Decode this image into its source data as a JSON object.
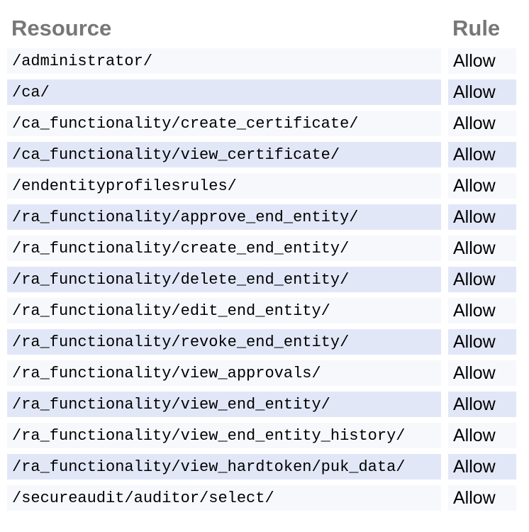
{
  "table": {
    "header": {
      "resource_label": "Resource",
      "rule_label": "Rule"
    },
    "rows": [
      {
        "resource": "/administrator/",
        "rule": "Allow"
      },
      {
        "resource": "/ca/",
        "rule": "Allow"
      },
      {
        "resource": "/ca_functionality/create_certificate/",
        "rule": "Allow"
      },
      {
        "resource": "/ca_functionality/view_certificate/",
        "rule": "Allow"
      },
      {
        "resource": "/endentityprofilesrules/",
        "rule": "Allow"
      },
      {
        "resource": "/ra_functionality/approve_end_entity/",
        "rule": "Allow"
      },
      {
        "resource": "/ra_functionality/create_end_entity/",
        "rule": "Allow"
      },
      {
        "resource": "/ra_functionality/delete_end_entity/",
        "rule": "Allow"
      },
      {
        "resource": "/ra_functionality/edit_end_entity/",
        "rule": "Allow"
      },
      {
        "resource": "/ra_functionality/revoke_end_entity/",
        "rule": "Allow"
      },
      {
        "resource": "/ra_functionality/view_approvals/",
        "rule": "Allow"
      },
      {
        "resource": "/ra_functionality/view_end_entity/",
        "rule": "Allow"
      },
      {
        "resource": "/ra_functionality/view_end_entity_history/",
        "rule": "Allow"
      },
      {
        "resource": "/ra_functionality/view_hardtoken/puk_data/",
        "rule": "Allow"
      },
      {
        "resource": "/secureaudit/auditor/select/",
        "rule": "Allow"
      }
    ],
    "colors": {
      "row_odd_bg": "#f6f8fc",
      "row_even_bg": "#e2e7f8",
      "header_text": "#777777",
      "cell_text": "#000000",
      "page_bg": "#ffffff"
    }
  }
}
